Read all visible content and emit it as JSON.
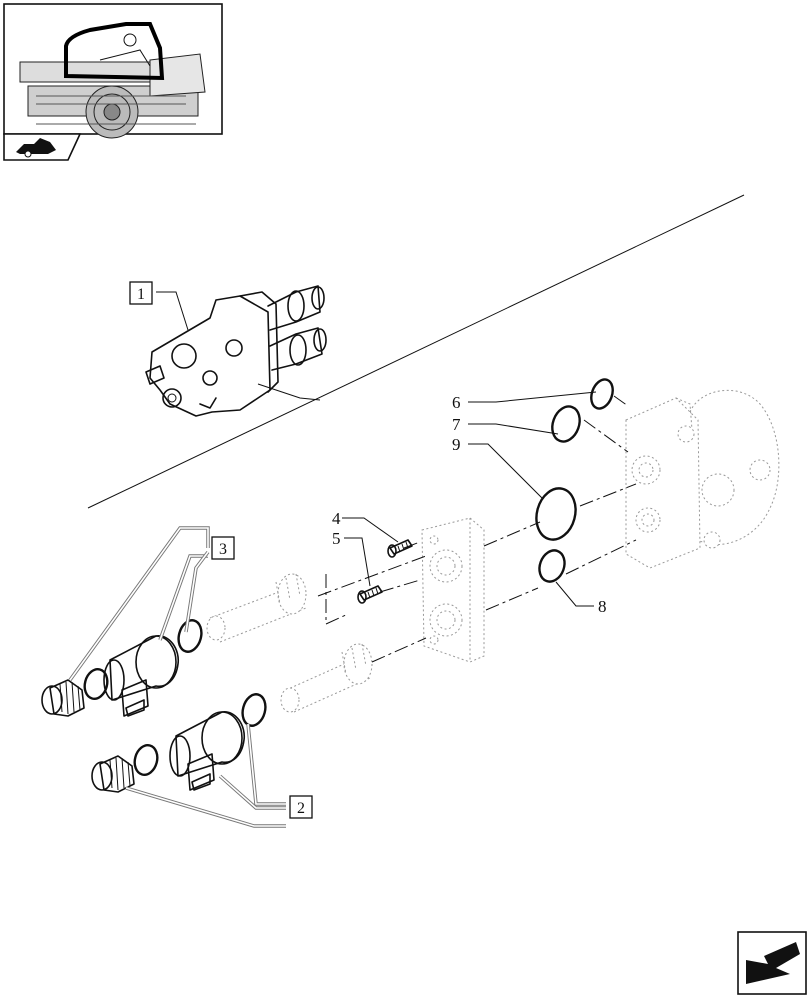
{
  "diagram": {
    "boxed_callouts": [
      {
        "id": "callout-1",
        "label": "1"
      },
      {
        "id": "callout-2",
        "label": "2"
      },
      {
        "id": "callout-3",
        "label": "3"
      }
    ],
    "callouts": [
      {
        "id": "callout-4",
        "label": "4"
      },
      {
        "id": "callout-5",
        "label": "5"
      },
      {
        "id": "callout-6",
        "label": "6"
      },
      {
        "id": "callout-7",
        "label": "7"
      },
      {
        "id": "callout-8",
        "label": "8"
      },
      {
        "id": "callout-9",
        "label": "9"
      }
    ]
  },
  "icons": {
    "thumbnail": "tractor-locator-thumbnail",
    "tab": "tractor-tab-icon",
    "nav": "next-page-arrow-icon"
  }
}
